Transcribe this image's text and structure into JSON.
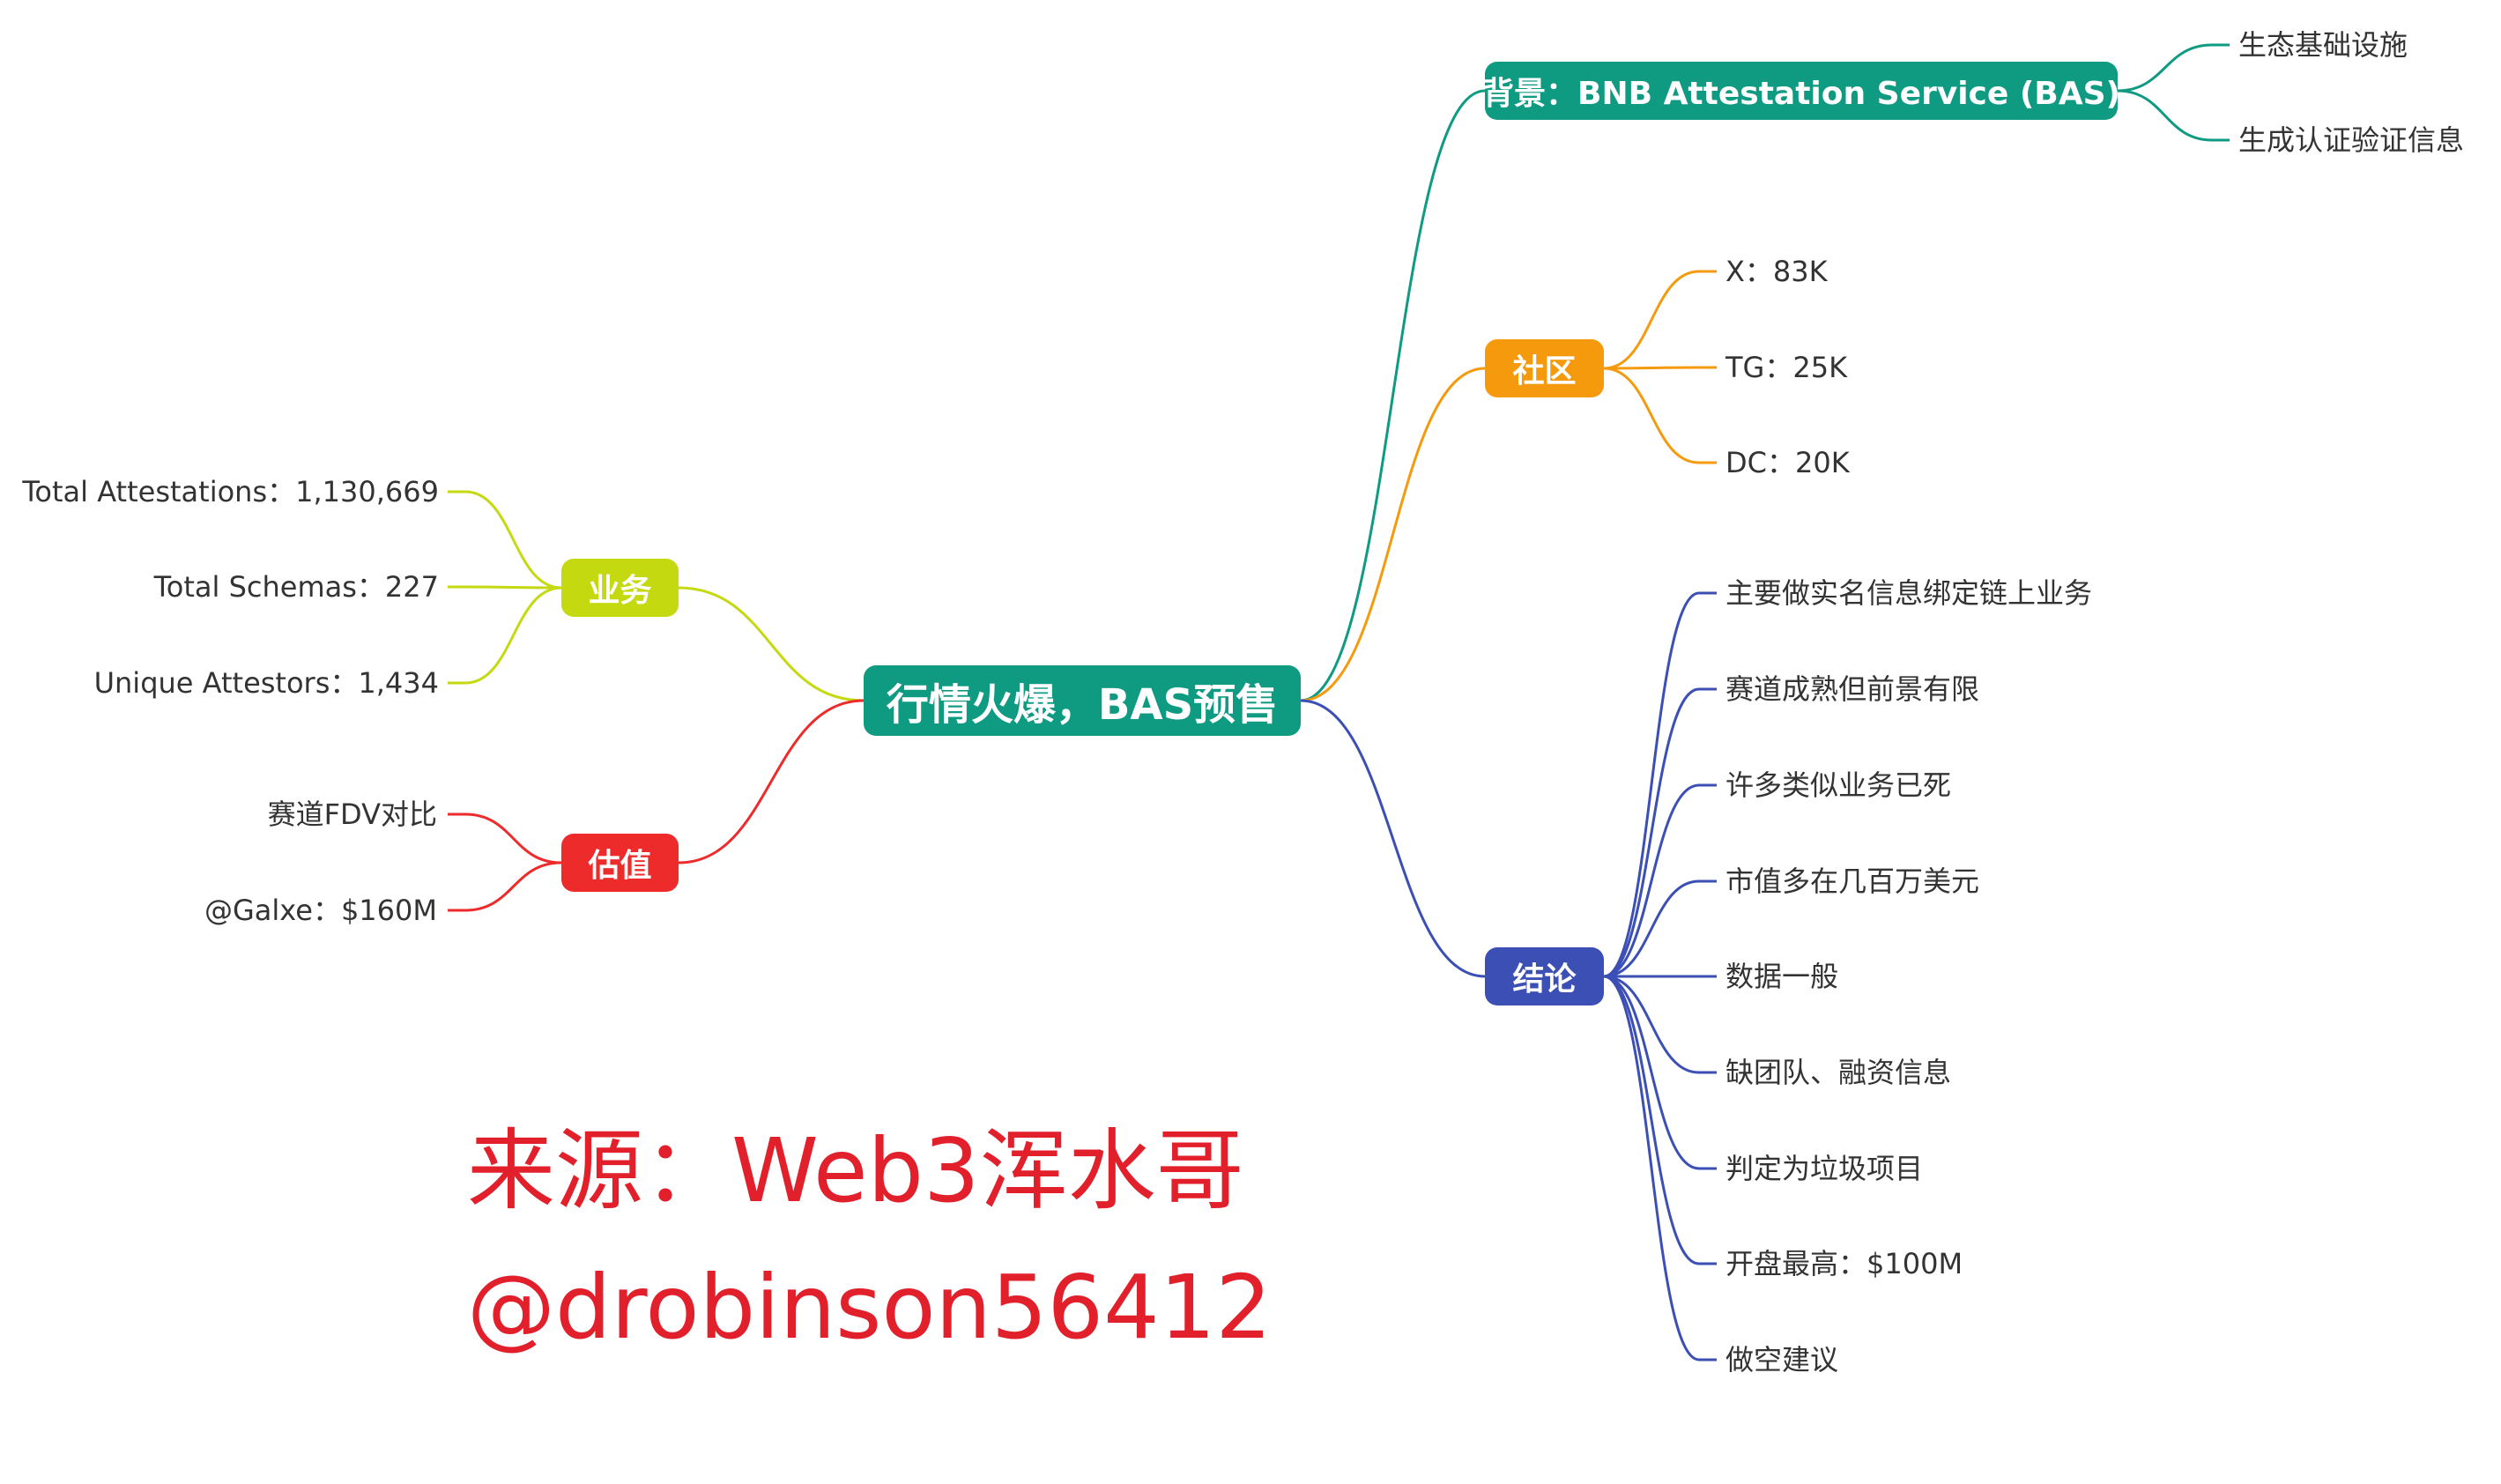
{
  "root": {
    "label": "行情火爆，BAS预售",
    "color": "#0f9a82"
  },
  "branches": [
    {
      "id": "background",
      "label": "背景：BNB Attestation Service (BAS)",
      "color": "#0f9a82",
      "children": [
        "生态基础设施",
        "生成认证验证信息"
      ]
    },
    {
      "id": "community",
      "label": "社区",
      "color": "#f59a0c",
      "children": [
        "X：83K",
        "TG：25K",
        "DC：20K"
      ]
    },
    {
      "id": "conclusion",
      "label": "结论",
      "color": "#3b4fb5",
      "children": [
        "主要做实名信息绑定链上业务",
        "赛道成熟但前景有限",
        "许多类似业务已死",
        "市值多在几百万美元",
        "数据一般",
        "缺团队、融资信息",
        "判定为垃圾项目",
        "开盘最高：$100M",
        "做空建议"
      ]
    },
    {
      "id": "business",
      "label": "业务",
      "color": "#c4d90f",
      "children": [
        "Total Attestations：1,130,669",
        "Total Schemas：227",
        "Unique Attestors：1,434"
      ]
    },
    {
      "id": "valuation",
      "label": "估值",
      "color": "#ee2b2b",
      "children": [
        "赛道FDV对比",
        "@Galxe：$160M"
      ]
    }
  ],
  "watermark": {
    "line1": "来源：Web3浑水哥",
    "line2": "@drobinson56412",
    "color": "#e1202b"
  }
}
